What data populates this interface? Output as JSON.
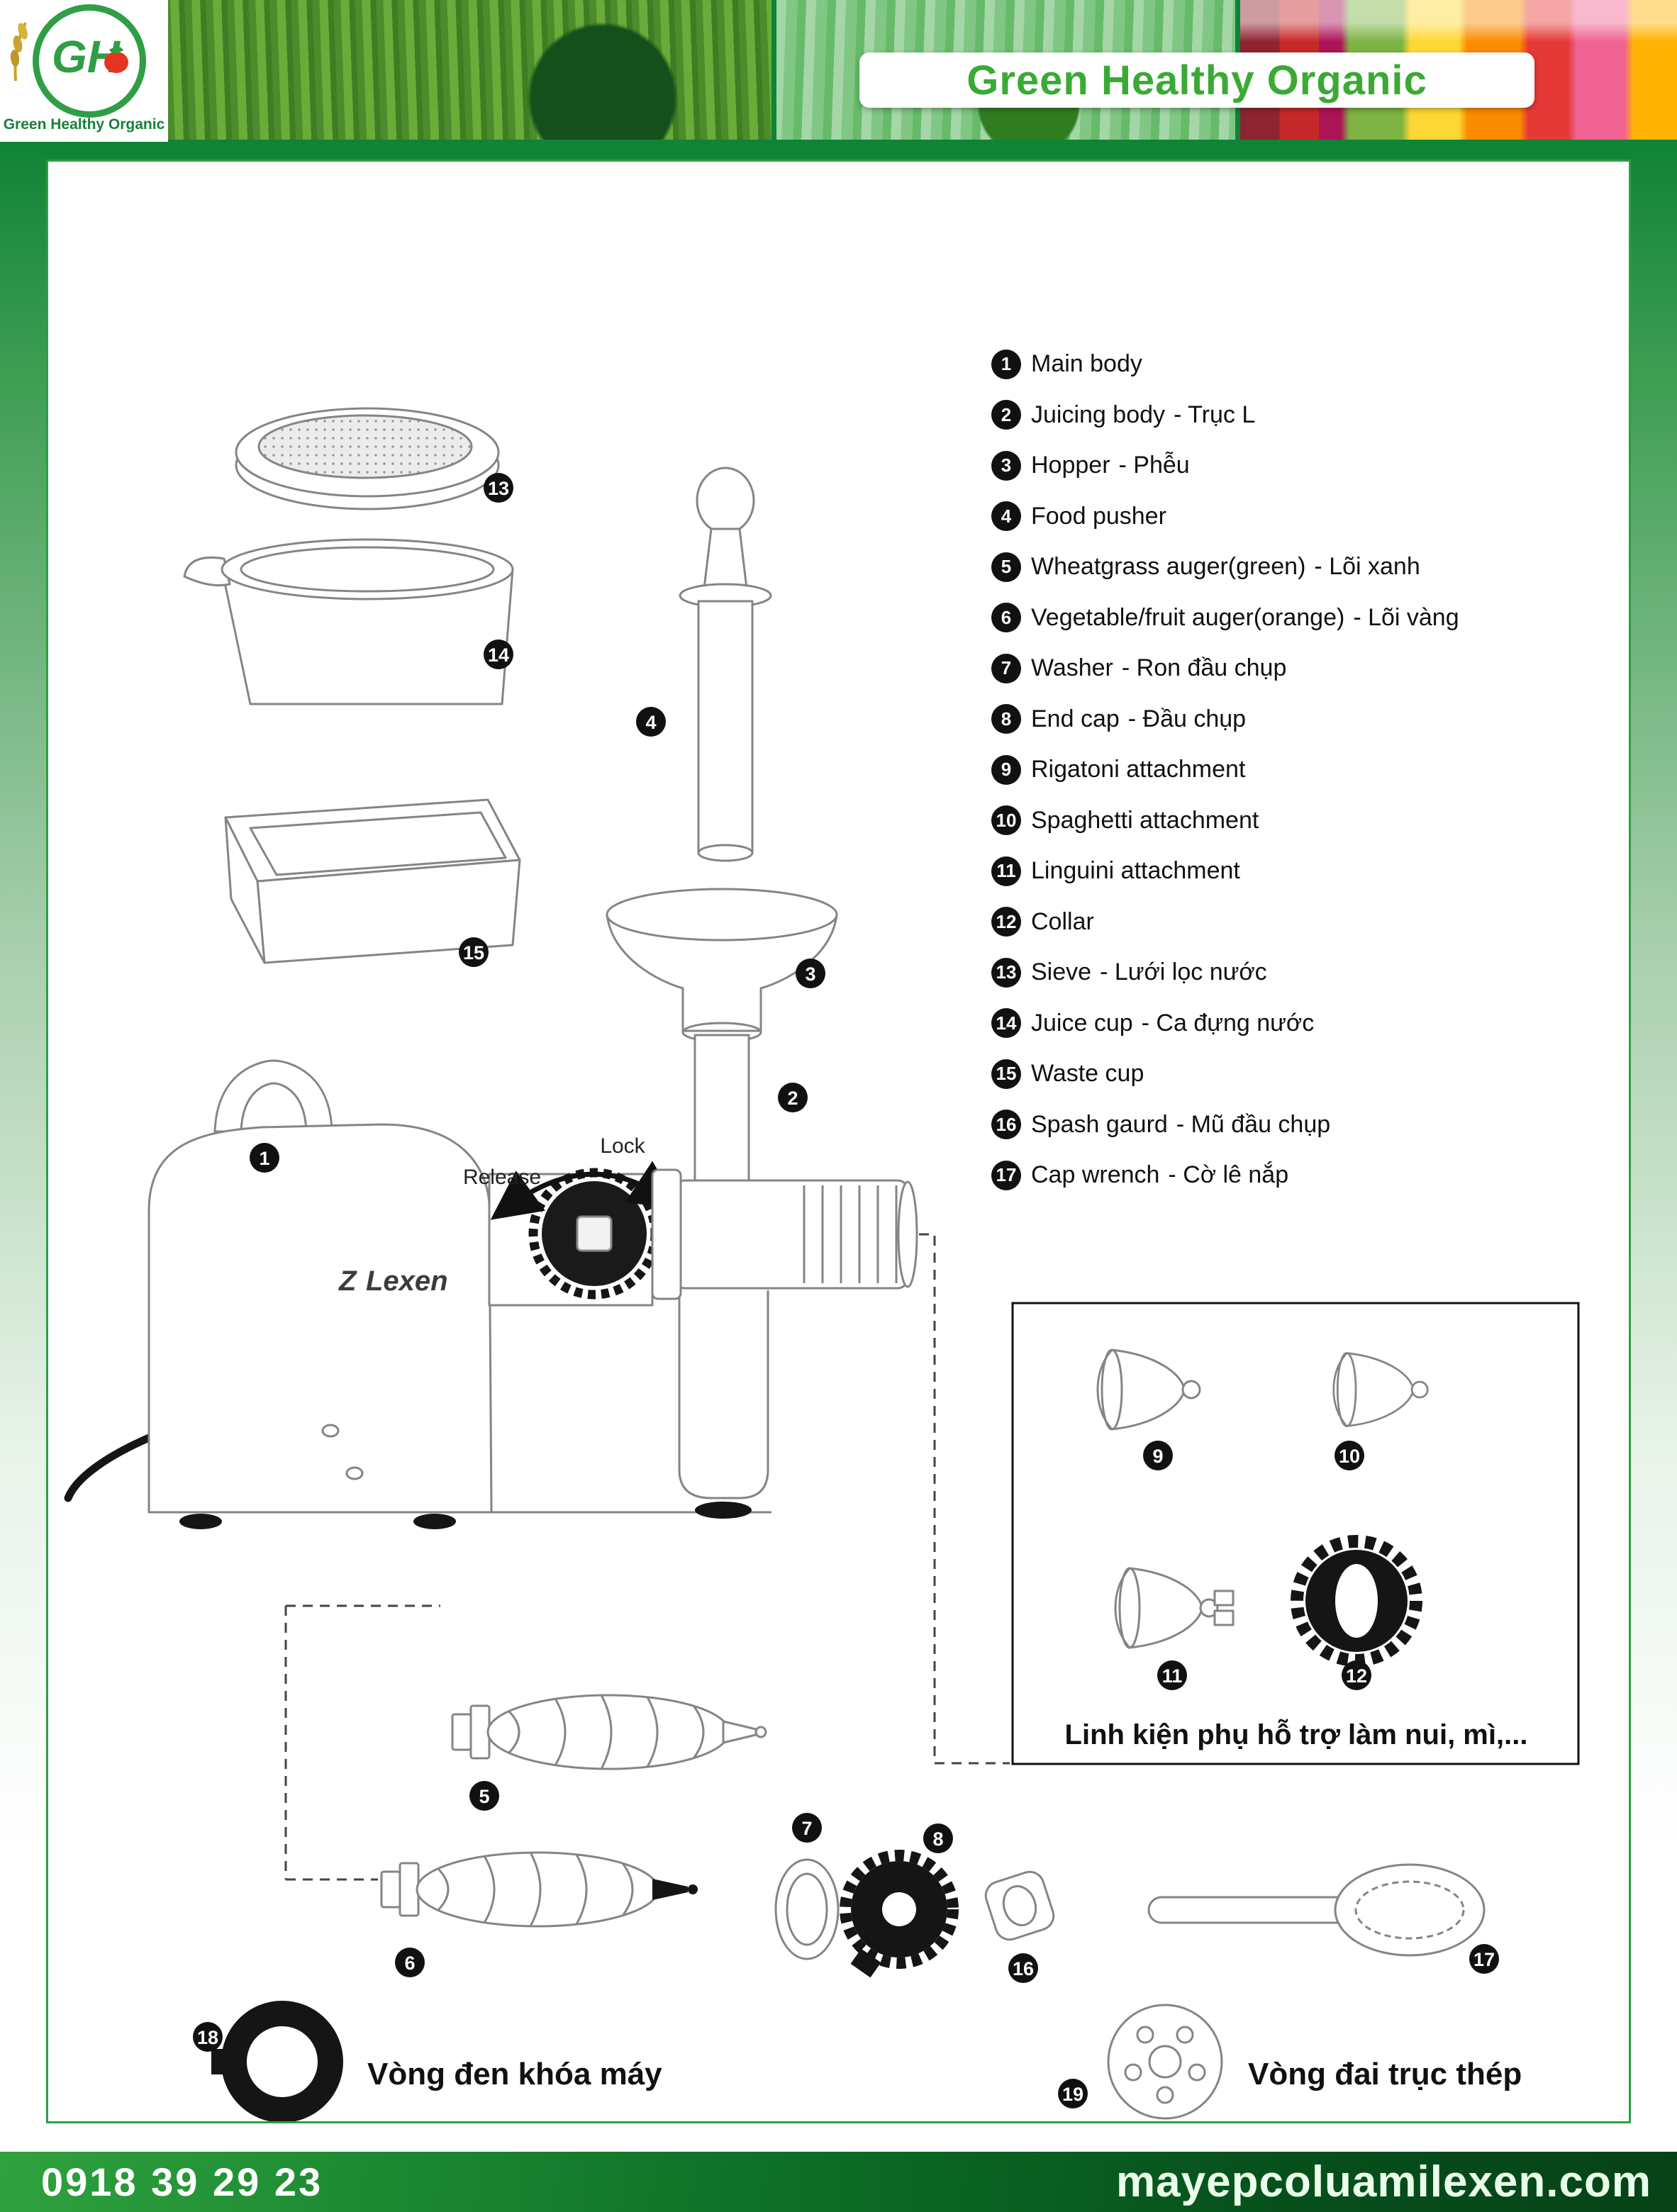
{
  "header": {
    "logo_mark": "GH",
    "logo_name": "Green Healthy Organic",
    "title": "Green Healthy Organic"
  },
  "parts": [
    {
      "num": "1",
      "en": "Main body",
      "vi": ""
    },
    {
      "num": "2",
      "en": "Juicing body",
      "vi": "- Trục L"
    },
    {
      "num": "3",
      "en": "Hopper",
      "vi": "- Phễu"
    },
    {
      "num": "4",
      "en": "Food pusher",
      "vi": ""
    },
    {
      "num": "5",
      "en": "Wheatgrass auger(green)",
      "vi": "- Lõi xanh"
    },
    {
      "num": "6",
      "en": "Vegetable/fruit auger(orange)",
      "vi": "- Lõi vàng"
    },
    {
      "num": "7",
      "en": "Washer",
      "vi": "- Ron đầu chụp"
    },
    {
      "num": "8",
      "en": "End cap",
      "vi": "- Đầu chụp"
    },
    {
      "num": "9",
      "en": "Rigatoni attachment",
      "vi": ""
    },
    {
      "num": "10",
      "en": "Spaghetti attachment",
      "vi": ""
    },
    {
      "num": "11",
      "en": "Linguini attachment",
      "vi": ""
    },
    {
      "num": "12",
      "en": "Collar",
      "vi": ""
    },
    {
      "num": "13",
      "en": "Sieve",
      "vi": "- Lưới lọc nước"
    },
    {
      "num": "14",
      "en": "Juice cup",
      "vi": "- Ca đựng nước"
    },
    {
      "num": "15",
      "en": "Waste cup",
      "vi": ""
    },
    {
      "num": "16",
      "en": "Spash gaurd",
      "vi": "- Mũ đầu chụp"
    },
    {
      "num": "17",
      "en": "Cap wrench",
      "vi": "- Cờ lê nắp"
    }
  ],
  "diagram": {
    "brand_mark": "Z",
    "brand": "Lexen",
    "lock": "Lock",
    "release": "Release"
  },
  "nums": {
    "n1": "1",
    "n2": "2",
    "n3": "3",
    "n4": "4",
    "n5": "5",
    "n6": "6",
    "n7": "7",
    "n8": "8",
    "n9": "9",
    "n10": "10",
    "n11": "11",
    "n12": "12",
    "n13": "13",
    "n14": "14",
    "n15": "15",
    "n16": "16",
    "n17": "17",
    "n18": "18",
    "n19": "19"
  },
  "inset": {
    "caption": "Linh kiện phụ hỗ trợ làm nui, mì,..."
  },
  "bottom_labels": {
    "part18": "Vòng đen khóa máy",
    "part19": "Vòng đai trục thép"
  },
  "footer": {
    "phone": "0918 39 29 23",
    "website": "mayepcoluamilexen.com"
  },
  "colors": {
    "brand_green": "#2f9e44",
    "dark_green": "#064216",
    "title_green": "#3aaa35",
    "badge_black": "#111111"
  }
}
